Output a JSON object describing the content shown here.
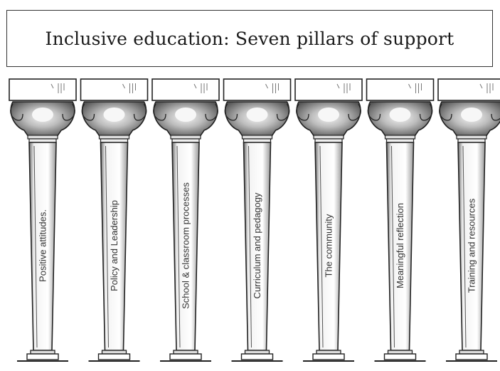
{
  "title": "Inclusive education: Seven pillars of support",
  "pillars": [
    {
      "label": "Positive attitudes."
    },
    {
      "label": "Policy and Leadership"
    },
    {
      "label": "School & classroom processes"
    },
    {
      "label": "Curriculum and pedagogy"
    },
    {
      "label": "The community"
    },
    {
      "label": "Meaningful reflection"
    },
    {
      "label": "Training and resources"
    }
  ],
  "colors": {
    "stroke": "#222222",
    "capital_shade": "#8a8a8a",
    "background": "#ffffff"
  }
}
